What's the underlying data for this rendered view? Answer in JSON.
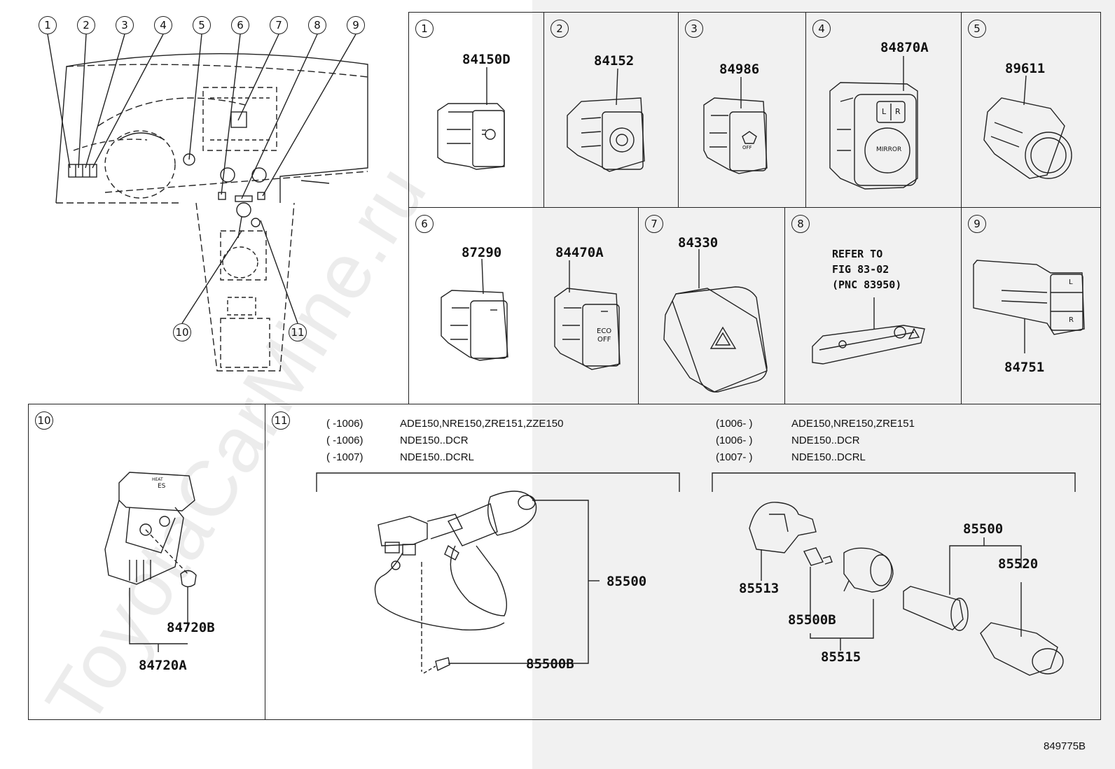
{
  "watermark": "ToyotaCarMine.ru",
  "diagram_code": "849775B",
  "overview": {
    "callouts": [
      "1",
      "2",
      "3",
      "4",
      "5",
      "6",
      "7",
      "8",
      "9",
      "10",
      "11"
    ]
  },
  "panels": [
    {
      "id": "1",
      "parts": [
        "84150D"
      ]
    },
    {
      "id": "2",
      "parts": [
        "84152"
      ]
    },
    {
      "id": "3",
      "parts": [
        "84986"
      ]
    },
    {
      "id": "4",
      "parts": [
        "84870A"
      ]
    },
    {
      "id": "5",
      "parts": [
        "89611"
      ]
    },
    {
      "id": "6",
      "parts": [
        "87290",
        "84470A"
      ]
    },
    {
      "id": "7",
      "parts": [
        "84330"
      ]
    },
    {
      "id": "8",
      "parts": [],
      "note": [
        "REFER TO",
        "FIG 83-02",
        "(PNC 83950)"
      ]
    },
    {
      "id": "9",
      "parts": [
        "84751"
      ]
    },
    {
      "id": "10",
      "parts": [
        "84720B",
        "84720A"
      ]
    },
    {
      "id": "11",
      "parts": [
        "85500",
        "85500B",
        "85513",
        "85500B",
        "85515",
        "85500",
        "85520"
      ]
    }
  ],
  "panel11": {
    "left_applicability": [
      {
        "range": "(          -1006)",
        "models": "ADE150,NRE150,ZRE151,ZZE150"
      },
      {
        "range": "(          -1006)",
        "models": "NDE150..DCR"
      },
      {
        "range": "(          -1007)",
        "models": "NDE150..DCRL"
      }
    ],
    "right_applicability": [
      {
        "range": "(1006-          )",
        "models": "ADE150,NRE150,ZRE151"
      },
      {
        "range": "(1006-          )",
        "models": "NDE150..DCR"
      },
      {
        "range": "(1007-          )",
        "models": "NDE150..DCRL"
      }
    ]
  },
  "switch_labels": {
    "mirror": "MIRROR",
    "mirror_l": "L",
    "mirror_r": "R",
    "eco": "ECO",
    "eco_off": "OFF",
    "off": "OFF",
    "seat_l": "L",
    "seat_r": "R",
    "heat": "HEAT",
    "es": "ES"
  }
}
